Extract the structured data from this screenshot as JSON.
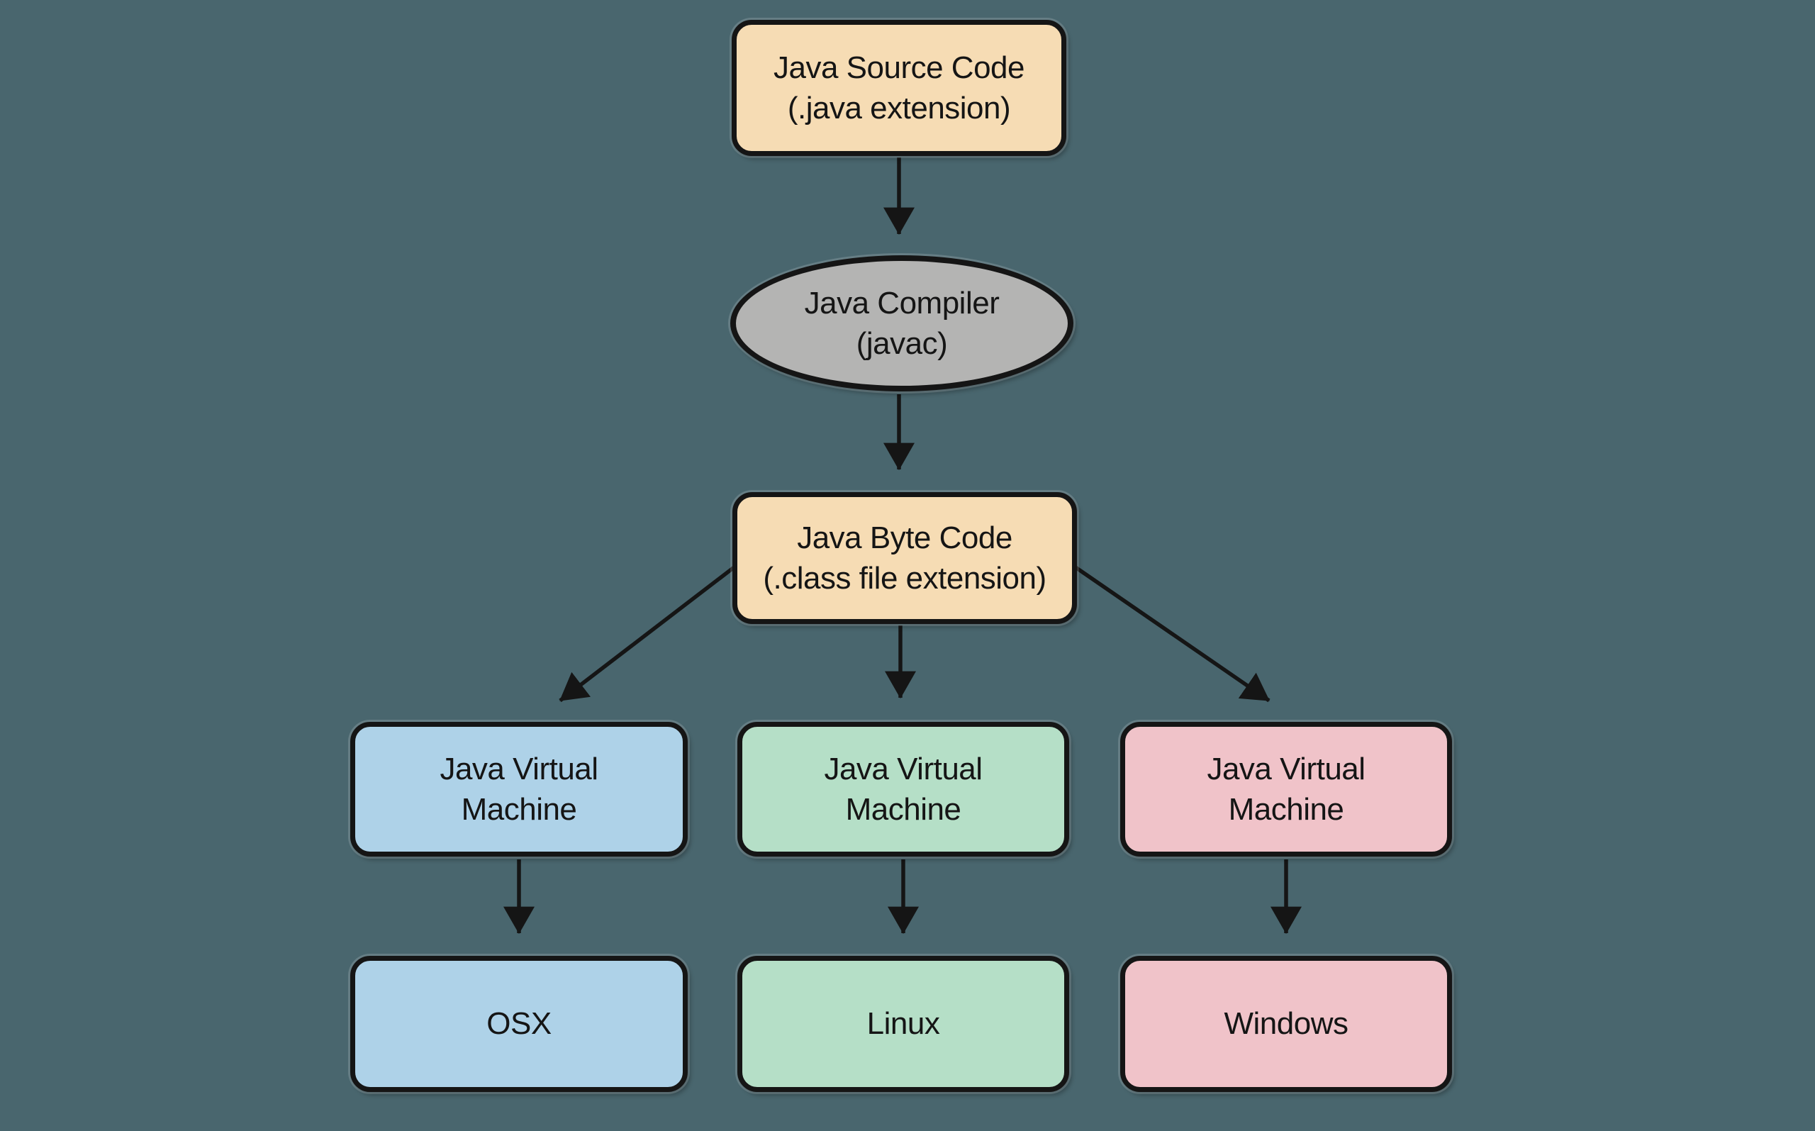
{
  "canvas": {
    "background": "#49666e",
    "stroke_color": "#151515",
    "text_color": "#151515"
  },
  "nodes": {
    "source": {
      "shape": "rounded-rect",
      "lines": [
        "Java Source Code",
        "(.java extension)"
      ],
      "fill": "#f6dcb4"
    },
    "compiler": {
      "shape": "ellipse",
      "lines": [
        "Java Compiler",
        "(javac)"
      ],
      "fill": "#b4b4b3"
    },
    "bytecode": {
      "shape": "rounded-rect",
      "lines": [
        "Java Byte Code",
        "(.class file extension)"
      ],
      "fill": "#f6dcb4"
    },
    "jvm_osx": {
      "shape": "rounded-rect",
      "lines": [
        "Java Virtual",
        "Machine"
      ],
      "fill": "#aed2e8"
    },
    "jvm_linux": {
      "shape": "rounded-rect",
      "lines": [
        "Java Virtual",
        "Machine"
      ],
      "fill": "#b5dfc7"
    },
    "jvm_windows": {
      "shape": "rounded-rect",
      "lines": [
        "Java Virtual",
        "Machine"
      ],
      "fill": "#f0c3c9"
    },
    "osx": {
      "shape": "rounded-rect",
      "lines": [
        "OSX"
      ],
      "fill": "#aed2e8"
    },
    "linux": {
      "shape": "rounded-rect",
      "lines": [
        "Linux"
      ],
      "fill": "#b5dfc7"
    },
    "windows": {
      "shape": "rounded-rect",
      "lines": [
        "Windows"
      ],
      "fill": "#f0c3c9"
    }
  },
  "edges": [
    {
      "from": "source",
      "to": "compiler"
    },
    {
      "from": "compiler",
      "to": "bytecode"
    },
    {
      "from": "bytecode",
      "to": "jvm_osx"
    },
    {
      "from": "bytecode",
      "to": "jvm_linux"
    },
    {
      "from": "bytecode",
      "to": "jvm_windows"
    },
    {
      "from": "jvm_osx",
      "to": "osx"
    },
    {
      "from": "jvm_linux",
      "to": "linux"
    },
    {
      "from": "jvm_windows",
      "to": "windows"
    }
  ]
}
